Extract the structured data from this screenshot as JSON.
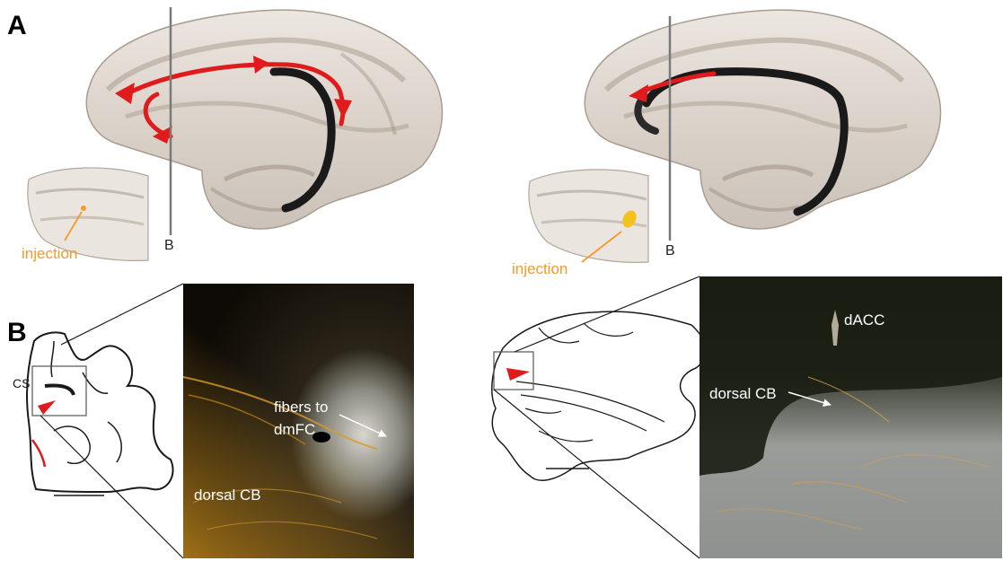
{
  "figure": {
    "panel_a_label": "A",
    "panel_b_label": "B",
    "colors": {
      "injection": "#f39a2b",
      "pathway_arrow": "#e01b1b",
      "fiber_tract": "#1a1a1a",
      "brain_tissue": "#d8cfc6"
    },
    "left": {
      "injection_label": "injection",
      "plane_label": "B",
      "micrograph_labels": {
        "fibers": [
          "fibers to",
          "dmFC"
        ],
        "region": "dorsal CB"
      }
    },
    "right": {
      "injection_label": "injection",
      "plane_label": "B",
      "micrograph_labels": {
        "region_top": "dACC",
        "region": "dorsal CB"
      }
    }
  }
}
